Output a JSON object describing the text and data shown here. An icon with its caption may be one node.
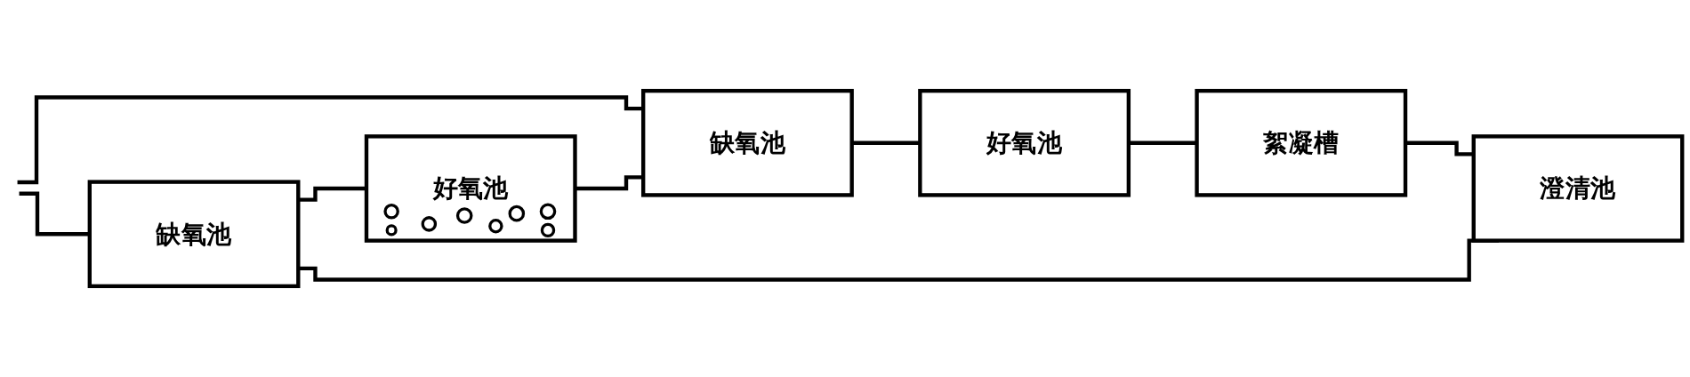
{
  "diagram": {
    "nodes": [
      {
        "text": [
          "缺氧池"
        ]
      },
      {
        "text": [
          "好氧池"
        ]
      },
      {
        "text": [
          "缺氧池"
        ]
      },
      {
        "text": [
          "好氧池"
        ]
      },
      {
        "text": [
          "絮凝槽"
        ]
      },
      {
        "text": [
          "澄清池"
        ]
      }
    ],
    "edges": [
      {
        "from": null,
        "to": 0,
        "arrow": "none"
      },
      {
        "from": null,
        "to": 2,
        "arrow": "none"
      },
      {
        "from": 0,
        "to": 1,
        "arrow": "none"
      },
      {
        "from": 1,
        "to": 2,
        "arrow": "none"
      },
      {
        "from": 2,
        "to": 3,
        "arrow": "none"
      },
      {
        "from": 3,
        "to": 4,
        "arrow": "none"
      },
      {
        "from": 4,
        "to": 5,
        "arrow": "none"
      },
      {
        "from": 5,
        "to": 0,
        "arrow": "none"
      }
    ]
  }
}
